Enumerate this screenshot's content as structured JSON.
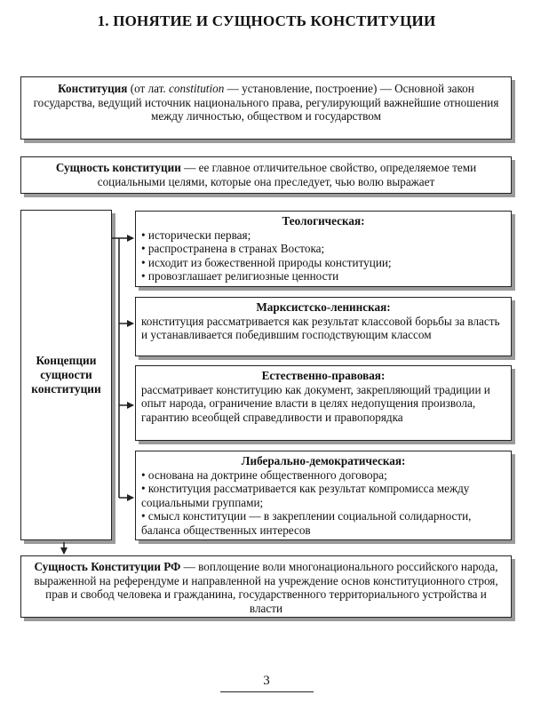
{
  "title": "1. ПОНЯТИЕ И СУЩНОСТЬ КОНСТИТУЦИИ",
  "definition": {
    "term": "Конституция",
    "lead": " (от лат. ",
    "latin": "constitution",
    "rest": " — установление, построение) — Основной закон государства, ведущий источник национального права, регулирующий важнейшие отношения между личностью, обществом и государством"
  },
  "essence": {
    "term": "Сущность конституции",
    "text": " — ее главное отличительное свойство, определяемое теми социальными целями, которые она преследует, чью волю выражает"
  },
  "concepts": {
    "label": "Концепции сущности конституции",
    "theological": {
      "heading": "Теологическая:",
      "items": [
        "исторически первая;",
        "распространена в странах Востока;",
        "исходит из божественной природы конституции;",
        "провозглашает религиозные ценности"
      ]
    },
    "marxist": {
      "heading": "Марксистско-ленинская:",
      "text": "конституция рассматривается как результат классовой борьбы за власть и устанавливается победившим господствующим классом"
    },
    "natural_law": {
      "heading": "Естественно-правовая:",
      "text": "рассматривает конституцию как документ, закрепляющий традиции и опыт народа, ограничение власти в целях недопущения произвола, гарантию всеобщей справедливости и правопорядка"
    },
    "liberal": {
      "heading": "Либерально-демократическая:",
      "items": [
        "основана на доктрине общественного договора;",
        "конституция рассматривается как результат компромисса между социальными группами;",
        "смысл конституции — в закреплении социальной солидарности, баланса общественных интересов"
      ]
    }
  },
  "rf_essence": {
    "term": "Сущность Конституции РФ",
    "text": " — воплощение воли многонационального российского народа, выраженной на референдуме и направленной на учреждение основ конституционного строя, прав и свобод человека и гражданина, государственного территориального устройства и власти"
  },
  "page_number": "3"
}
